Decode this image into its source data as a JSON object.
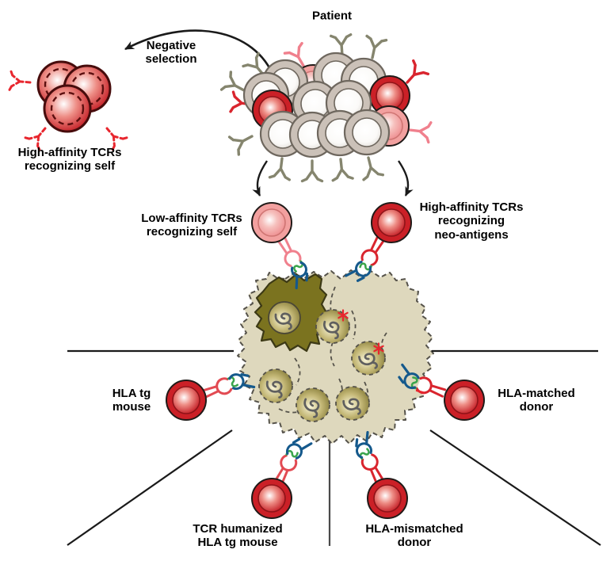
{
  "figure": {
    "labels": {
      "patient": "Patient",
      "negative_selection": "Negative\nselection",
      "high_affinity_self": "High-affinity TCRs\nrecognizing self",
      "low_affinity_self": "Low-affinity TCRs\nrecognizing self",
      "high_affinity_neo": "High-affinity TCRs\nrecognizing\nneo-antigens",
      "hla_tg_mouse": "HLA tg\nmouse",
      "hla_matched_donor": "HLA-matched\ndonor",
      "tcr_humanized": "TCR humanized\nHLA tg mouse",
      "hla_mismatched": "HLA-mismatched\ndonor"
    },
    "colors": {
      "t_cell_red": "#cb2027",
      "t_cell_pink": "#f2a09f",
      "thymocyte_gray": "#cbc1b8",
      "tcr_gray": "#85856e",
      "tcr_pink": "#f0808d",
      "tcr_red": "#d9252e",
      "deleted_tcr_dashed_red": "#e8262e",
      "tumor_solid_olive": "#7b731f",
      "tumor_beige": "#ded8bd",
      "nucleus_olive": "#857734",
      "mhc_blue": "#15598c",
      "peptide_green": "#3aa54c",
      "mutation_red": "#e8262e",
      "line_black": "#1a1a1a"
    },
    "icons": {
      "tcr_y_icon": "Y-shaped T-cell receptor",
      "tcr_dashed_icon": "dashed Y-shaped TCR (deleted)",
      "mhc_peptide_icon": "blue MHC hook presenting green peptide to open TCR ring",
      "tumor_cell_icon": "dashed beige tumor cell with olive nucleus and squiggle",
      "mutation_asterisk_icon": "red asterisk (mutation / neo-antigen)",
      "arrow_icon": "curved black arrow"
    }
  }
}
